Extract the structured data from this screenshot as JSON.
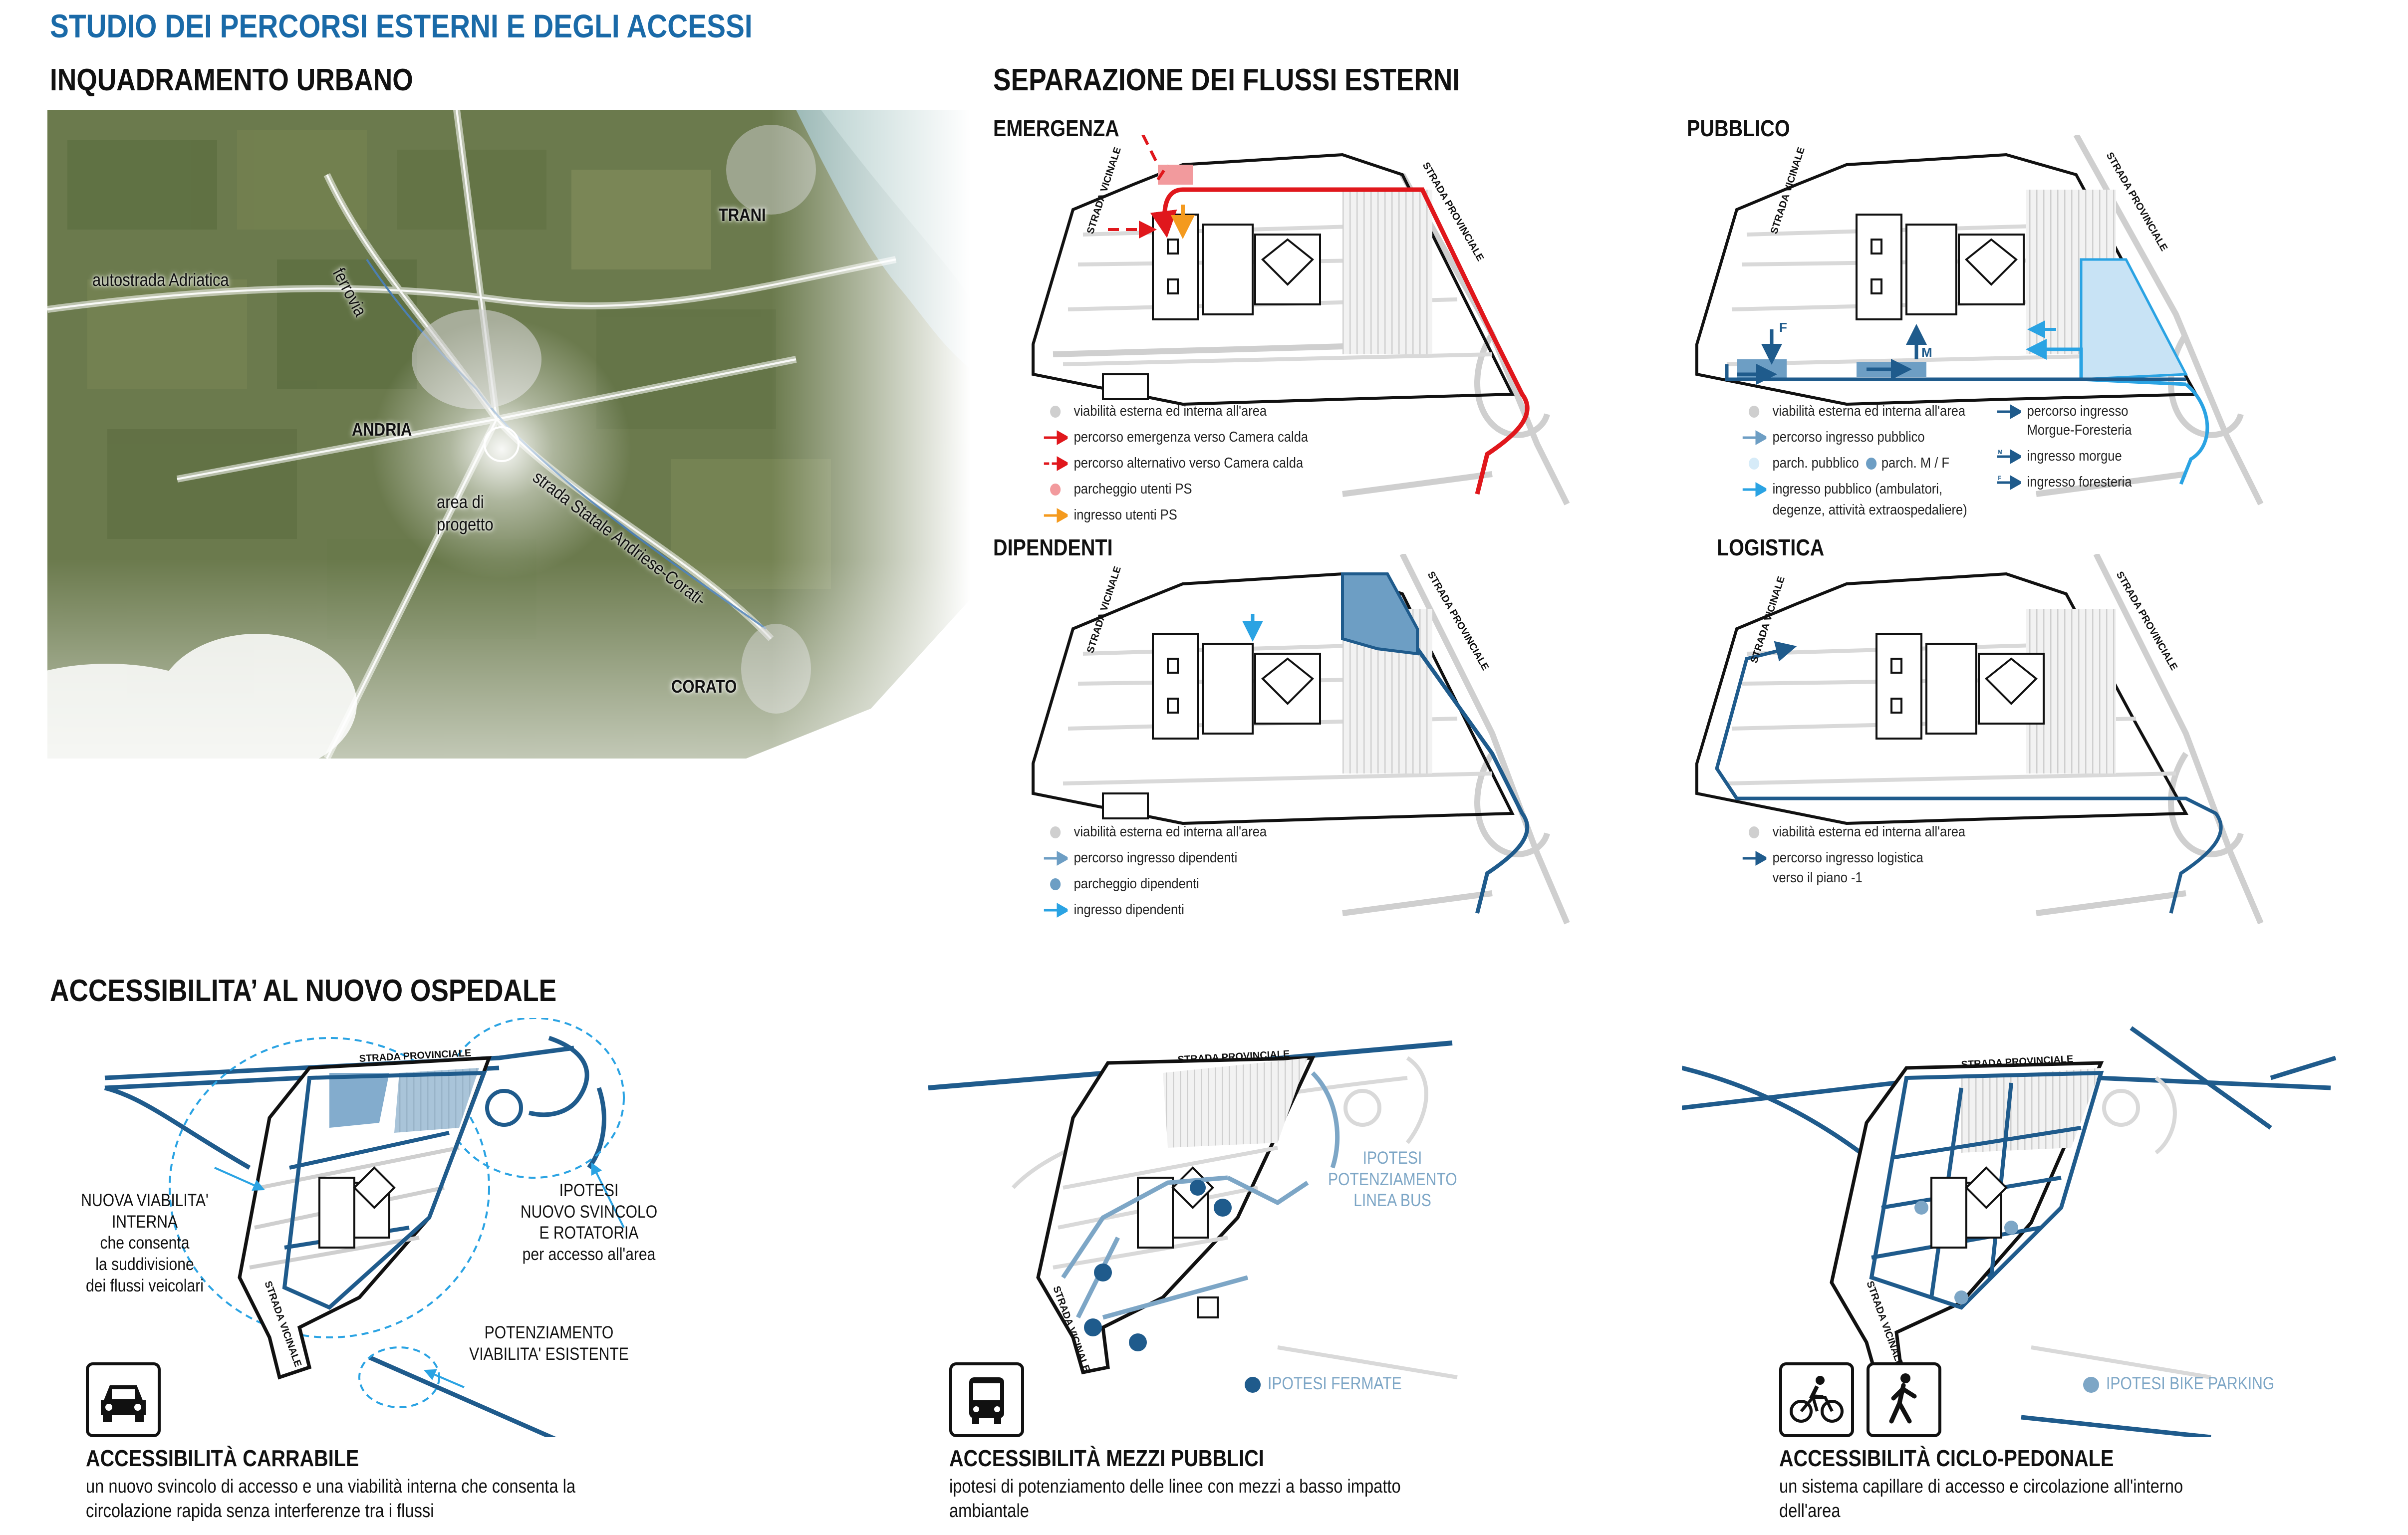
{
  "header": {
    "main_title": "STUDIO DEI PERCORSI ESTERNI E DEGLI ACCESSI",
    "urban_title": "INQUADRAMENTO URBANO",
    "flows_title": "SEPARAZIONE DEI FLUSSI ESTERNI",
    "access_title": "ACCESSIBILITA’ AL NUOVO OSPEDALE"
  },
  "urban_map": {
    "labels": {
      "trani": "TRANI",
      "autostrada": "autostrada Adriatica",
      "ferrovia": "ferrovia",
      "andria": "ANDRIA",
      "area_progetto_1": "area di",
      "area_progetto_2": "progetto",
      "statale": "strada Statale Andriese-Corati-",
      "corato": "CORATO"
    }
  },
  "road_labels": {
    "vicinale": "STRADA VICINALE",
    "provinciale": "STRADA PROVINCIALE"
  },
  "panels": {
    "emergenza": {
      "title": "EMERGENZA",
      "legend": [
        "viabilità esterna ed interna all'area",
        "percorso emergenza verso Camera calda",
        "percorso alternativo verso Camera calda",
        "parcheggio utenti PS",
        "ingresso utenti PS"
      ]
    },
    "pubblico": {
      "title": "PUBBLICO",
      "legend_left": [
        "viabilità esterna ed interna all'area",
        "percorso ingresso pubblico",
        "parch. pubblico",
        "parch. M / F",
        "ingresso pubblico (ambulatori,",
        "degenze, attività extraospedaliere)"
      ],
      "legend_right": [
        "percorso ingresso",
        "Morgue-Foresteria",
        "ingresso morgue",
        "ingresso foresteria"
      ],
      "marker_m": "M",
      "marker_f": "F"
    },
    "dipendenti": {
      "title": "DIPENDENTI",
      "legend": [
        "viabilità esterna ed interna all'area",
        "percorso ingresso dipendenti",
        "parcheggio dipendenti",
        "ingresso dipendenti"
      ]
    },
    "logistica": {
      "title": "LOGISTICA",
      "legend": [
        "viabilità esterna ed interna all'area",
        "percorso ingresso logistica",
        "verso il piano -1"
      ]
    }
  },
  "accessibility": {
    "carrabile": {
      "notes_left": [
        "NUOVA VIABILITA'",
        "INTERNA",
        "che consenta",
        "la suddivisione",
        "dei flussi veicolari"
      ],
      "notes_right": [
        "IPOTESI",
        "NUOVO SVINCOLO",
        "E ROTATORIA",
        "per accesso all'area"
      ],
      "notes_bottom": [
        "POTENZIAMENTO",
        "VIABILITA' ESISTENTE"
      ],
      "title": "ACCESSIBILITÀ CARRABILE",
      "desc": [
        "un nuovo svincolo di accesso e una viabilità interna che consenta la",
        "circolazione rapida senza interferenze tra i flussi"
      ]
    },
    "mezzi": {
      "notes": [
        "IPOTESI",
        "POTENZIAMENTO",
        "LINEA BUS"
      ],
      "legend": "IPOTESI  FERMATE",
      "title": "ACCESSIBILITÀ MEZZI PUBBLICI",
      "desc": [
        "ipotesi di potenziamento delle linee con mezzi a basso impatto",
        "ambiantale"
      ]
    },
    "ciclo": {
      "legend": "IPOTESI  BIKE PARKING",
      "title": "ACCESSIBILITÀ CICLO-PEDONALE",
      "desc": [
        "un sistema capillare di accesso e circolazione all'interno",
        "dell'area"
      ]
    }
  },
  "colors": {
    "title_blue": "#1a6aa8",
    "route_red": "#e0171c",
    "route_orange": "#f49a1e",
    "route_light_blue": "#2aa3e3",
    "route_dark_blue": "#1f5b8c",
    "road_gray": "#cfcfcf"
  }
}
